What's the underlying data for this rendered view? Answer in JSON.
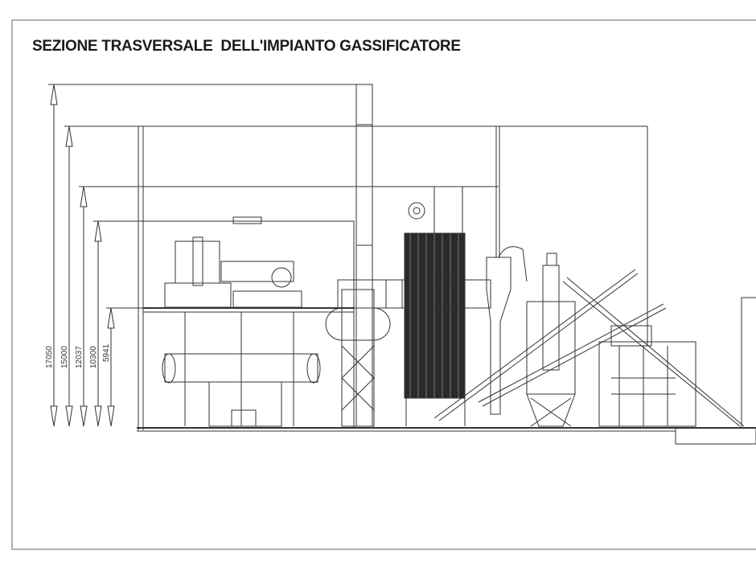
{
  "title": "SEZIONE TRASVERSALE  DELL'IMPIANTO GASSIFICATORE",
  "dimensions": [
    "17050",
    "15000",
    "12037",
    "10300",
    "5941"
  ]
}
